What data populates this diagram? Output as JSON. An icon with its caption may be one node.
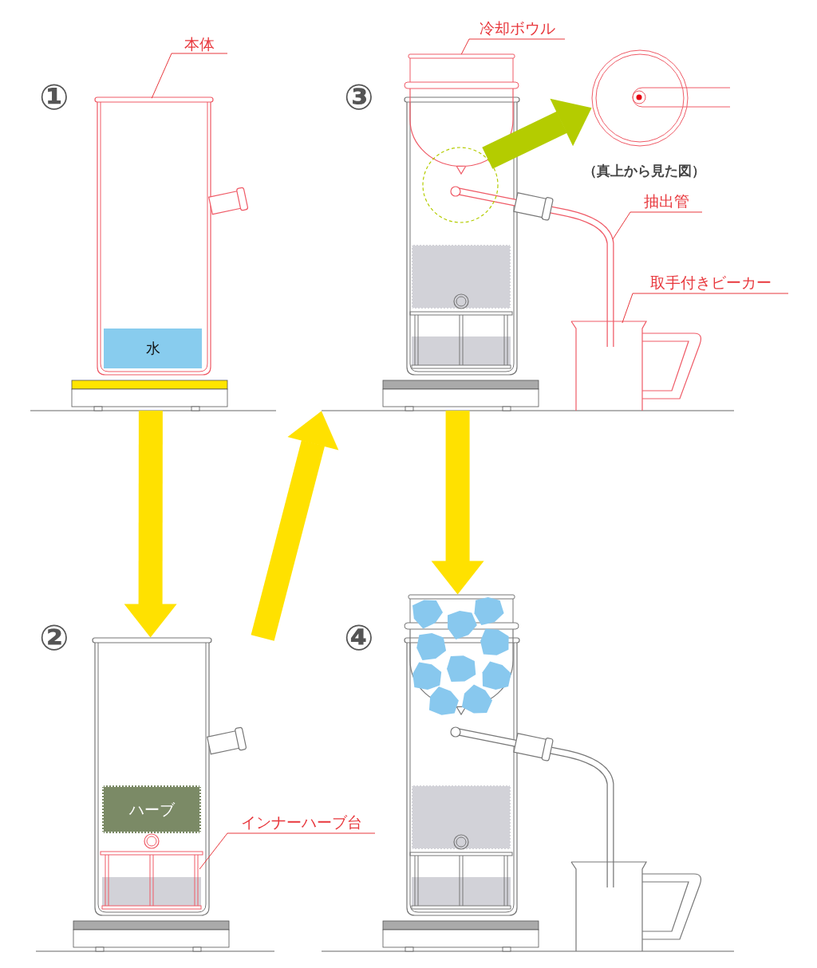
{
  "diagram": {
    "nodes": [
      {
        "text": [],
        "shape": "picture"
      },
      {
        "text": [
          "本体"
        ]
      },
      {
        "text": [
          "水"
        ],
        "in": 0
      },
      {
        "text": [],
        "shape": "picture"
      },
      {
        "text": [
          "冷却ボウル"
        ]
      },
      {
        "text": [],
        "shape": "circle",
        "in": 3
      },
      {
        "text": [],
        "shape": "picture",
        "in": 3
      },
      {
        "text": [
          "抽出管"
        ],
        "in": 3
      },
      {
        "text": [
          "取手付きビーカー"
        ]
      },
      {
        "text": [],
        "shape": "picture"
      },
      {
        "text": [
          "ハーブ"
        ],
        "in": 9
      },
      {
        "text": [
          "インナーハーブ台"
        ]
      },
      {
        "text": [],
        "shape": "picture"
      }
    ],
    "edges": [
      {
        "from": 0,
        "to": 9,
        "arrow": "to",
        "style": "thick",
        "color": "#ffe100"
      },
      {
        "from": 9,
        "to": 3,
        "arrow": "to",
        "style": "thick",
        "color": "#ffe100"
      },
      {
        "from": 3,
        "to": 12,
        "arrow": "to",
        "style": "thick",
        "color": "#ffe100"
      },
      {
        "from": 5,
        "to": 6,
        "arrow": "to",
        "style": "thick",
        "color": "#b4cc00"
      },
      {
        "from": 1,
        "to": 0,
        "arrow": "none"
      },
      {
        "from": 4,
        "to": 3,
        "arrow": "none"
      },
      {
        "from": 7,
        "to": 3,
        "arrow": "none"
      },
      {
        "from": 8,
        "to": 3,
        "arrow": "none"
      },
      {
        "from": 11,
        "to": 9,
        "arrow": "none"
      }
    ],
    "labels": [
      "①",
      "③",
      "（真上から見た図）",
      "②",
      "④"
    ]
  }
}
